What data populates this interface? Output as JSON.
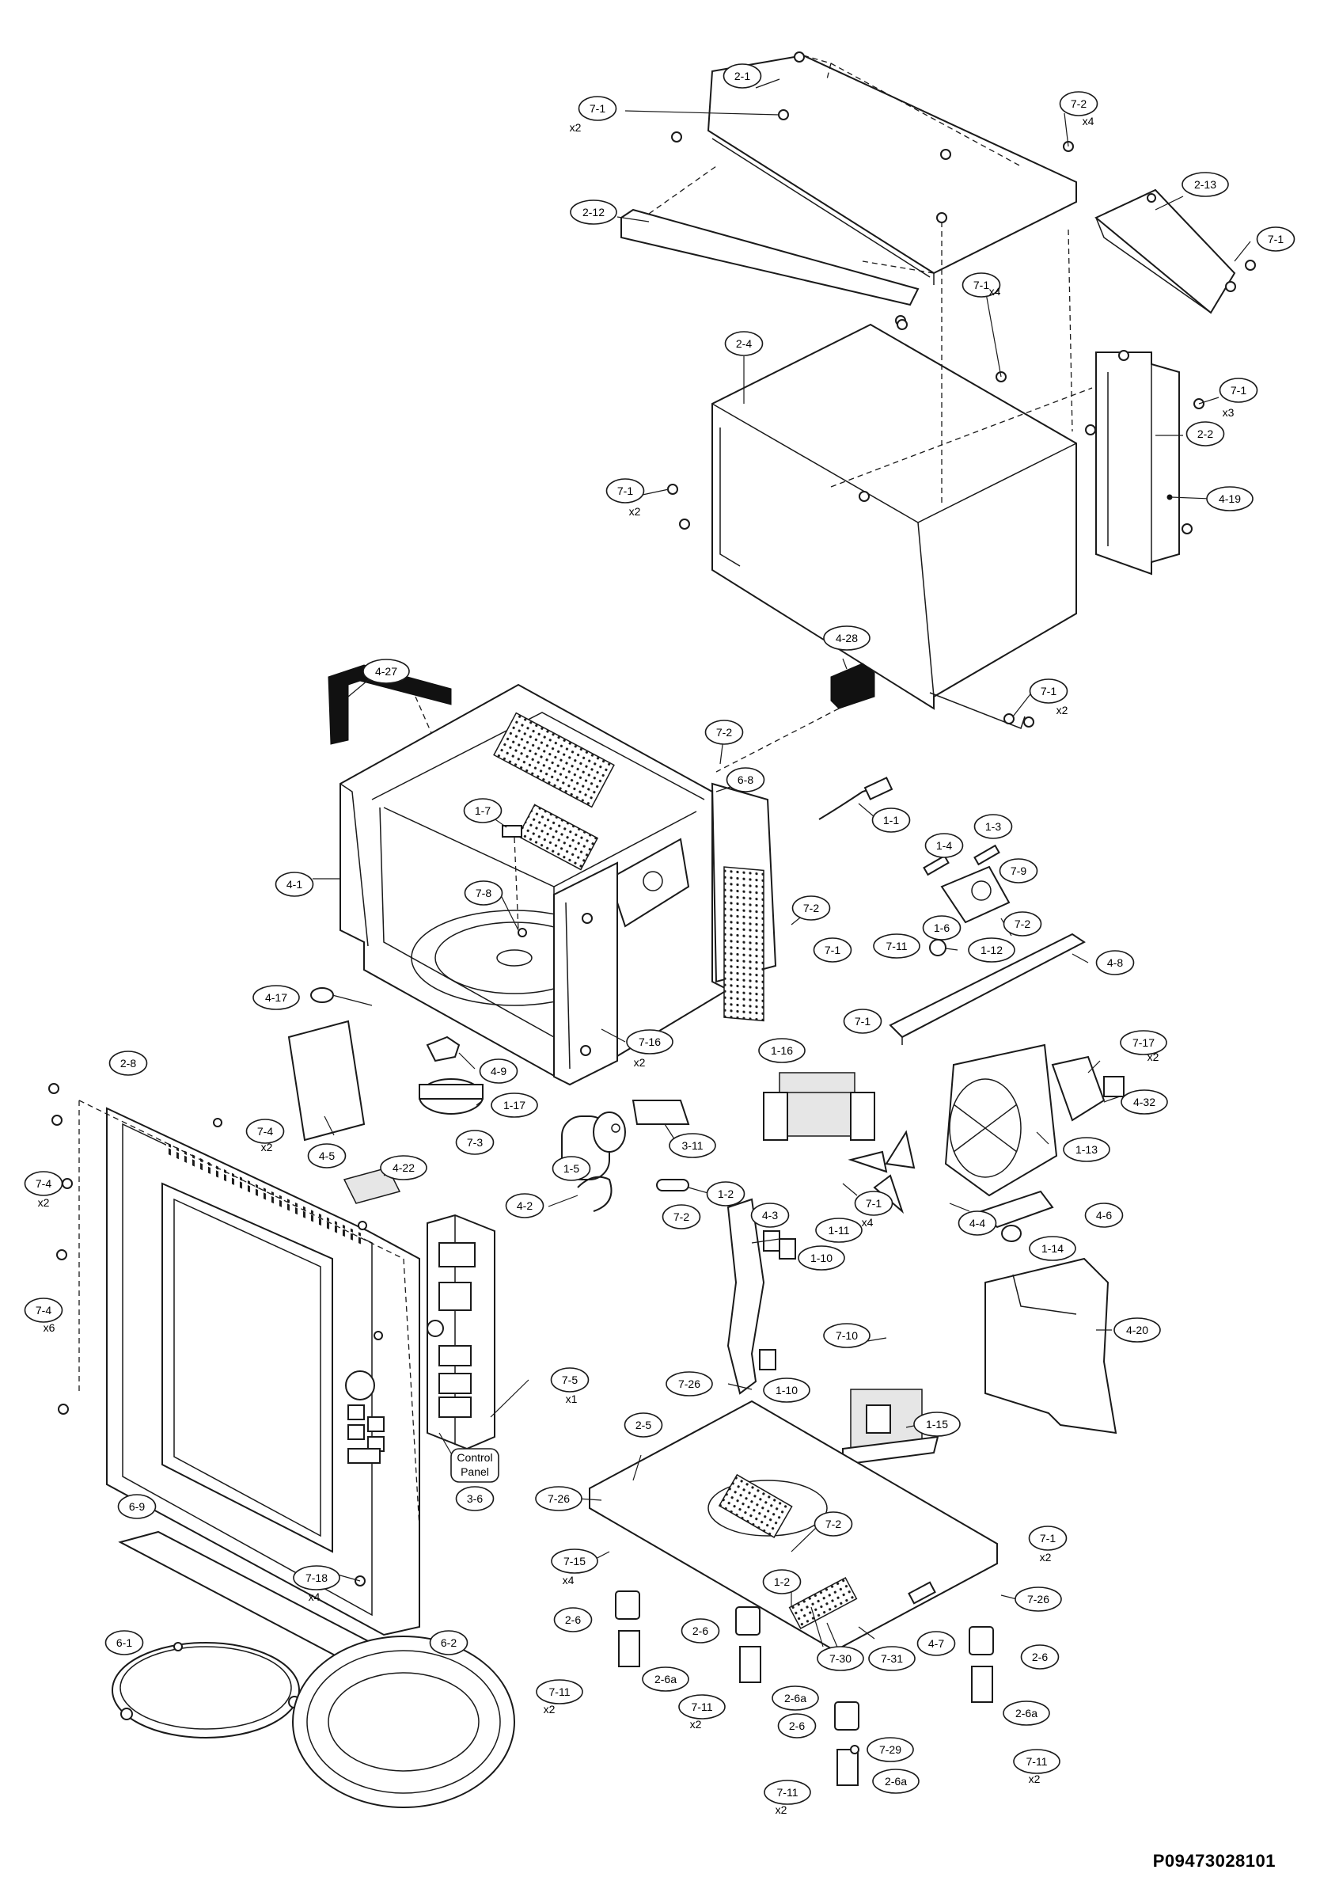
{
  "drawing_code": "P09473028101",
  "control_panel_label": [
    "Control",
    "Panel"
  ],
  "callouts": [
    {
      "id": "c-2-1",
      "label": "2-1"
    },
    {
      "id": "c-7-1-a",
      "label": "7-1",
      "qty": "x2"
    },
    {
      "id": "c-7-2-a",
      "label": "7-2",
      "qty": "x4"
    },
    {
      "id": "c-2-13",
      "label": "2-13"
    },
    {
      "id": "c-2-12",
      "label": "2-12"
    },
    {
      "id": "c-7-1-b",
      "label": "7-1"
    },
    {
      "id": "c-7-1-c",
      "label": "7-1",
      "qty": "x4"
    },
    {
      "id": "c-2-4",
      "label": "2-4"
    },
    {
      "id": "c-7-1-d",
      "label": "7-1",
      "qty": "x3"
    },
    {
      "id": "c-2-2",
      "label": "2-2"
    },
    {
      "id": "c-7-1-e",
      "label": "7-1",
      "qty": "x2"
    },
    {
      "id": "c-4-19",
      "label": "4-19"
    },
    {
      "id": "c-4-28",
      "label": "4-28"
    },
    {
      "id": "c-4-27",
      "label": "4-27"
    },
    {
      "id": "c-7-1-f",
      "label": "7-1",
      "qty": "x2"
    },
    {
      "id": "c-7-2-b",
      "label": "7-2"
    },
    {
      "id": "c-6-8",
      "label": "6-8"
    },
    {
      "id": "c-1-7",
      "label": "1-7"
    },
    {
      "id": "c-1-1",
      "label": "1-1"
    },
    {
      "id": "c-1-3",
      "label": "1-3"
    },
    {
      "id": "c-1-4",
      "label": "1-4"
    },
    {
      "id": "c-7-9",
      "label": "7-9"
    },
    {
      "id": "c-4-1",
      "label": "4-1"
    },
    {
      "id": "c-7-8",
      "label": "7-8"
    },
    {
      "id": "c-7-2-c",
      "label": "7-2"
    },
    {
      "id": "c-7-2-d",
      "label": "7-2"
    },
    {
      "id": "c-1-12",
      "label": "1-12"
    },
    {
      "id": "c-7-11-a",
      "label": "7-11"
    },
    {
      "id": "c-1-6",
      "label": "1-6"
    },
    {
      "id": "c-7-1-g",
      "label": "7-1"
    },
    {
      "id": "c-4-8",
      "label": "4-8"
    },
    {
      "id": "c-4-17",
      "label": "4-17"
    },
    {
      "id": "c-7-1-h",
      "label": "7-1"
    },
    {
      "id": "c-7-16",
      "label": "7-16",
      "qty": "x2"
    },
    {
      "id": "c-1-16",
      "label": "1-16"
    },
    {
      "id": "c-7-17",
      "label": "7-17",
      "qty": "x2"
    },
    {
      "id": "c-2-8",
      "label": "2-8"
    },
    {
      "id": "c-4-9",
      "label": "4-9"
    },
    {
      "id": "c-1-17",
      "label": "1-17"
    },
    {
      "id": "c-4-32",
      "label": "4-32"
    },
    {
      "id": "c-7-4-a",
      "label": "7-4",
      "qty": "x2"
    },
    {
      "id": "c-7-3",
      "label": "7-3"
    },
    {
      "id": "c-3-11",
      "label": "3-11"
    },
    {
      "id": "c-1-13",
      "label": "1-13"
    },
    {
      "id": "c-4-5",
      "label": "4-5"
    },
    {
      "id": "c-7-4-b",
      "label": "7-4",
      "qty": "x2"
    },
    {
      "id": "c-1-5",
      "label": "1-5"
    },
    {
      "id": "c-4-22",
      "label": "4-22"
    },
    {
      "id": "c-1-2-a",
      "label": "1-2"
    },
    {
      "id": "c-4-3",
      "label": "4-3"
    },
    {
      "id": "c-4-2",
      "label": "4-2"
    },
    {
      "id": "c-7-2-e",
      "label": "7-2"
    },
    {
      "id": "c-7-1-i",
      "label": "7-1",
      "qty": "x4"
    },
    {
      "id": "c-4-6",
      "label": "4-6"
    },
    {
      "id": "c-4-4",
      "label": "4-4"
    },
    {
      "id": "c-1-11",
      "label": "1-11"
    },
    {
      "id": "c-1-10-a",
      "label": "1-10"
    },
    {
      "id": "c-1-14",
      "label": "1-14"
    },
    {
      "id": "c-7-4-c",
      "label": "7-4",
      "qty": "x6"
    },
    {
      "id": "c-4-20",
      "label": "4-20"
    },
    {
      "id": "c-7-10",
      "label": "7-10"
    },
    {
      "id": "c-7-5",
      "label": "7-5",
      "qty": "x1"
    },
    {
      "id": "c-7-26-a",
      "label": "7-26"
    },
    {
      "id": "c-1-10-b",
      "label": "1-10"
    },
    {
      "id": "c-1-15",
      "label": "1-15"
    },
    {
      "id": "c-2-5",
      "label": "2-5"
    },
    {
      "id": "c-3-6",
      "label": "3-6"
    },
    {
      "id": "c-7-26-b",
      "label": "7-26"
    },
    {
      "id": "c-6-9",
      "label": "6-9"
    },
    {
      "id": "c-7-2-f",
      "label": "7-2"
    },
    {
      "id": "c-7-1-j",
      "label": "7-1",
      "qty": "x2"
    },
    {
      "id": "c-7-18",
      "label": "7-18",
      "qty": "x4"
    },
    {
      "id": "c-7-15",
      "label": "7-15",
      "qty": "x4"
    },
    {
      "id": "c-1-2-b",
      "label": "1-2"
    },
    {
      "id": "c-7-26-c",
      "label": "7-26"
    },
    {
      "id": "c-2-6-a",
      "label": "2-6"
    },
    {
      "id": "c-2-6-b",
      "label": "2-6"
    },
    {
      "id": "c-4-7",
      "label": "4-7"
    },
    {
      "id": "c-6-1",
      "label": "6-1"
    },
    {
      "id": "c-6-2",
      "label": "6-2"
    },
    {
      "id": "c-2-6-c",
      "label": "2-6"
    },
    {
      "id": "c-7-30",
      "label": "7-30"
    },
    {
      "id": "c-7-31",
      "label": "7-31"
    },
    {
      "id": "c-2-6a-a",
      "label": "2-6a"
    },
    {
      "id": "c-2-6a-b",
      "label": "2-6a"
    },
    {
      "id": "c-7-11-b",
      "label": "7-11",
      "qty": "x2"
    },
    {
      "id": "c-7-11-c",
      "label": "7-11",
      "qty": "x2"
    },
    {
      "id": "c-2-6-d",
      "label": "2-6"
    },
    {
      "id": "c-2-6a-c",
      "label": "2-6a"
    },
    {
      "id": "c-7-29",
      "label": "7-29"
    },
    {
      "id": "c-7-11-d",
      "label": "7-11",
      "qty": "x2"
    },
    {
      "id": "c-2-6a-d",
      "label": "2-6a"
    },
    {
      "id": "c-7-11-e",
      "label": "7-11",
      "qty": "x2"
    }
  ]
}
